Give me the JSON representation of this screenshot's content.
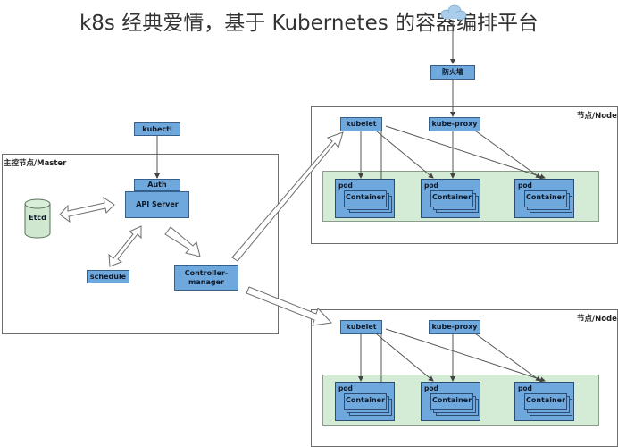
{
  "title": "k8s 经典爱情，基于 Kubernetes 的容器编排平台",
  "firewall": "防火墙",
  "master": {
    "label": "主控节点/Master",
    "kubectl": "kubectl",
    "auth": "Auth",
    "api_server": "API Server",
    "etcd": "Etcd",
    "scheduler": "schedule",
    "controller_manager": "Controller-\nmanager"
  },
  "nodes": [
    {
      "label": "节点/Node",
      "kubelet": "kubelet",
      "kube_proxy": "kube-proxy",
      "pods": [
        {
          "label": "pod",
          "container": "Container"
        },
        {
          "label": "pod",
          "container": "Container"
        },
        {
          "label": "pod",
          "container": "Container"
        }
      ]
    },
    {
      "label": "节点/Node",
      "kubelet": "kubelet",
      "kube_proxy": "kube-proxy",
      "pods": [
        {
          "label": "pod",
          "container": "Container"
        },
        {
          "label": "pod",
          "container": "Container"
        },
        {
          "label": "pod",
          "container": "Container"
        }
      ]
    }
  ],
  "colors": {
    "component_fill": "#6fa8dc",
    "component_border": "#365f8a",
    "pod_area_fill": "#d4ecd6",
    "etcd_fill": "#cfe7cf",
    "panel_border": "#6d6d6d"
  }
}
